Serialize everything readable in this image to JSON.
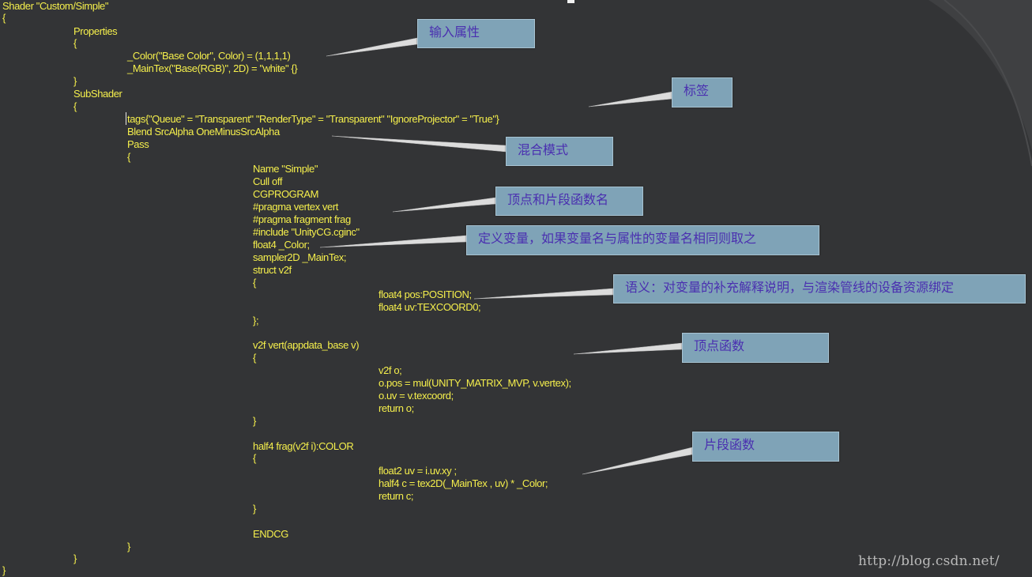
{
  "code": {
    "lines": [
      "Shader \"Custom/Simple\"",
      "{",
      "Properties",
      "{",
      "_Color(\"Base Color\", Color) = (1,1,1,1)",
      "_MainTex(\"Base(RGB)\", 2D) = \"white\" {}",
      "}",
      "SubShader",
      "{",
      "tags{\"Queue\" = \"Transparent\" \"RenderType\" = \"Transparent\" \"IgnoreProjector\" = \"True\"}",
      "Blend SrcAlpha OneMinusSrcAlpha",
      "Pass",
      "{",
      "Name \"Simple\"",
      "Cull off",
      "CGPROGRAM",
      "#pragma vertex vert",
      "#pragma fragment frag",
      "#include \"UnityCG.cginc\"",
      "float4 _Color;",
      "sampler2D _MainTex;",
      "struct v2f",
      "{",
      "float4 pos:POSITION;",
      "float4 uv:TEXCOORD0;",
      "};",
      "v2f vert(appdata_base v)",
      "{",
      "v2f o;",
      "o.pos = mul(UNITY_MATRIX_MVP, v.vertex);",
      "o.uv = v.texcoord;",
      "return o;",
      "}",
      "half4 frag(v2f i):COLOR",
      "{",
      "float2 uv = i.uv.xy ;",
      "half4 c = tex2D(_MainTex , uv) * _Color;",
      "return c;",
      "}",
      "ENDCG",
      "}",
      "}",
      "}"
    ]
  },
  "annotations": [
    {
      "label": "输入属性"
    },
    {
      "label": "标签"
    },
    {
      "label": "混合模式"
    },
    {
      "label": "顶点和片段函数名"
    },
    {
      "label": "定义变量，如果变量名与属性的变量名相同则取之"
    },
    {
      "label": "语义：对变量的补充解释说明，与渲染管线的设备资源绑定"
    },
    {
      "label": "顶点函数"
    },
    {
      "label": "片段函数"
    }
  ],
  "watermark": "http://blog.csdn.net/",
  "colors": {
    "background": "#333436",
    "code_text": "#f5ef4c",
    "note_fill": "#7fa3b7",
    "note_text": "#4a2fb0",
    "connector": "#dcdcdc"
  }
}
